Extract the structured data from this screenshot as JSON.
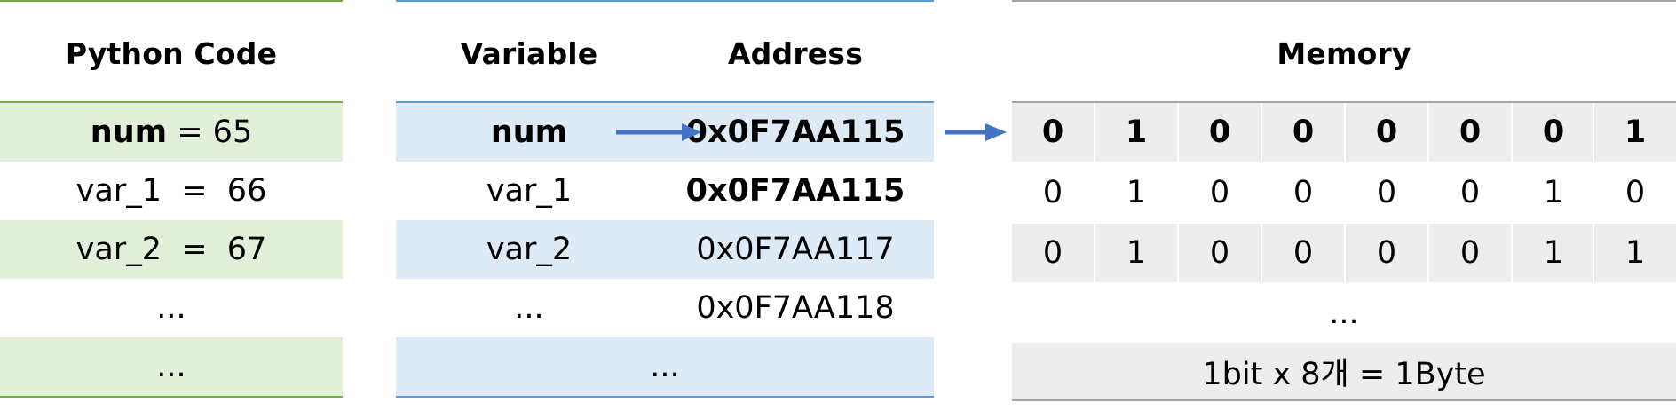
{
  "code_panel": {
    "header": "Python Code",
    "rows": [
      {
        "name": "num",
        "op": " = ",
        "value": "65"
      },
      {
        "text": "var_1  =  66"
      },
      {
        "text": "var_2  =  67"
      },
      {
        "text": "..."
      },
      {
        "text": "..."
      }
    ]
  },
  "address_panel": {
    "header_variable": "Variable",
    "header_address": "Address",
    "rows": [
      {
        "variable": "num",
        "address": "0x0F7AA115"
      },
      {
        "variable": "var_1",
        "address": "0x0F7AA115"
      },
      {
        "variable": "var_2",
        "address": "0x0F7AA117"
      },
      {
        "variable": "...",
        "address": "0x0F7AA118"
      },
      {
        "merged": "..."
      }
    ]
  },
  "memory_panel": {
    "header": "Memory",
    "rows": [
      [
        "0",
        "1",
        "0",
        "0",
        "0",
        "0",
        "0",
        "1"
      ],
      [
        "0",
        "1",
        "0",
        "0",
        "0",
        "0",
        "1",
        "0"
      ],
      [
        "0",
        "1",
        "0",
        "0",
        "0",
        "0",
        "1",
        "1"
      ]
    ],
    "ellipsis": "...",
    "footer": "1bit x 8개 = 1Byte"
  },
  "colors": {
    "green_fill": "#e2efd9",
    "green_rule": "#70ad47",
    "blue_fill": "#deeaf6",
    "blue_rule": "#5b9bd5",
    "gray_fill": "#ededed",
    "gray_rule": "#a5a5a5",
    "arrow": "#4472c4"
  }
}
